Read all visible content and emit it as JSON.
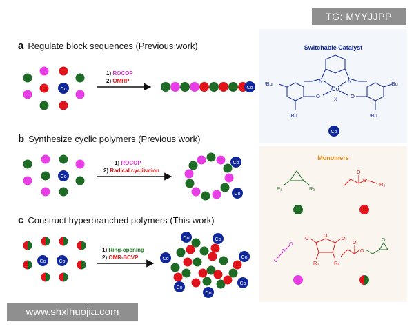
{
  "panels": {
    "a": {
      "letter": "a",
      "title": "Regulate block sequences  (Previous work)",
      "step1": "1) ROCOP",
      "step2": "2) OMRP"
    },
    "b": {
      "letter": "b",
      "title": "Synthesize cyclic polymers  (Previous work)",
      "step1": "1) ROCOP",
      "step2": "2) Radical cyclization"
    },
    "c": {
      "letter": "c",
      "title": "Construct hyperbranched polymers (This work)",
      "step1": "1) Ring-opening",
      "step2": "2) OMR-SCVP"
    }
  },
  "catalyst": {
    "title": "Switchable Catalyst",
    "metal": "Co",
    "x_label": "X",
    "tbu": "ᵗBu"
  },
  "monomers": {
    "title": "Monomers",
    "r1": "R₁",
    "r2": "R₂",
    "r3": "R₃",
    "r4": "R₄",
    "r5": "R₅"
  },
  "labels": {
    "co": "Co"
  },
  "watermarks": {
    "top_right": "TG: MYYJJPP",
    "bottom_left": "www.shxlhuojia.com"
  },
  "colors": {
    "green": "#1e6b25",
    "red": "#e0141b",
    "magenta": "#e83ee6",
    "blue": "#10279a",
    "rocop": "#d62fd0",
    "omrp": "#d81b1b",
    "ring_opening": "#1e7a25",
    "monomer_title": "#e08a20"
  }
}
